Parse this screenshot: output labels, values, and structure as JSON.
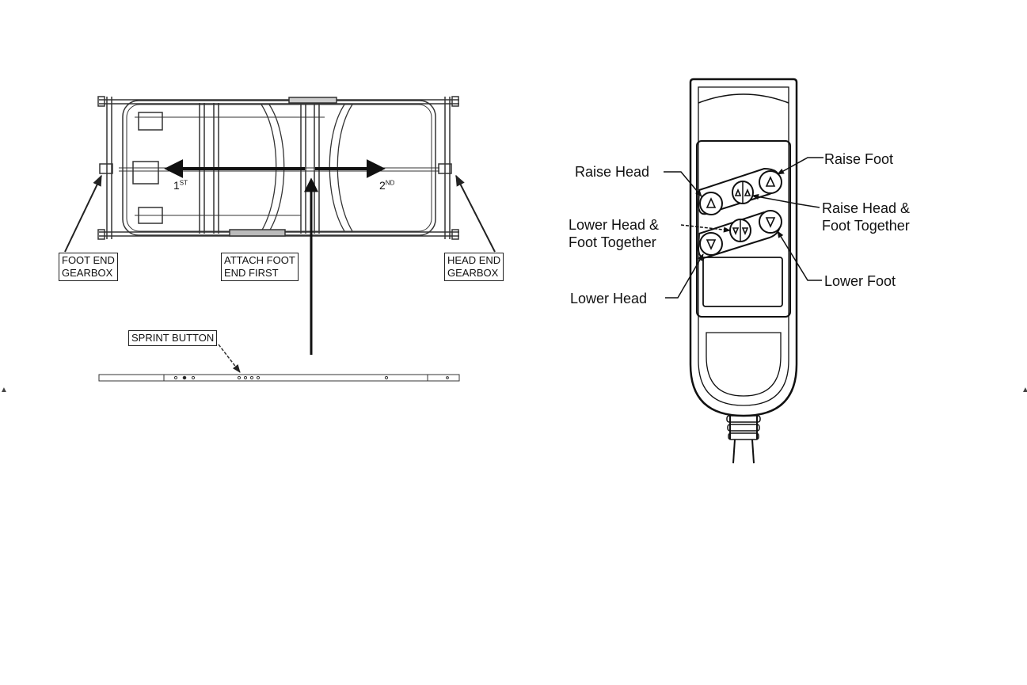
{
  "bed_diagram": {
    "labels": {
      "foot_end_gearbox": "FOOT END\nGEARBOX",
      "attach_foot_end_first": "ATTACH FOOT\nEND FIRST",
      "head_end_gearbox": "HEAD END\nGEARBOX",
      "sprint_button": "SPRINT BUTTON"
    },
    "order_labels": {
      "first": {
        "number": "1",
        "suffix": "ST"
      },
      "second": {
        "number": "2",
        "suffix": "ND"
      }
    }
  },
  "remote_diagram": {
    "callouts": {
      "raise_head": "Raise Head",
      "raise_foot": "Raise Foot",
      "raise_head_foot_together": "Raise Head &\nFoot Together",
      "lower_head_foot_together": "Lower Head &\nFoot Together",
      "lower_foot": "Lower Foot",
      "lower_head": "Lower Head"
    },
    "button_icons": {
      "raise_head": "up-triangle-icon",
      "raise_both": "double-up-icon",
      "raise_foot": "up-triangle-icon",
      "lower_head": "down-triangle-icon",
      "lower_both": "double-down-icon",
      "lower_foot": "down-triangle-icon"
    }
  }
}
